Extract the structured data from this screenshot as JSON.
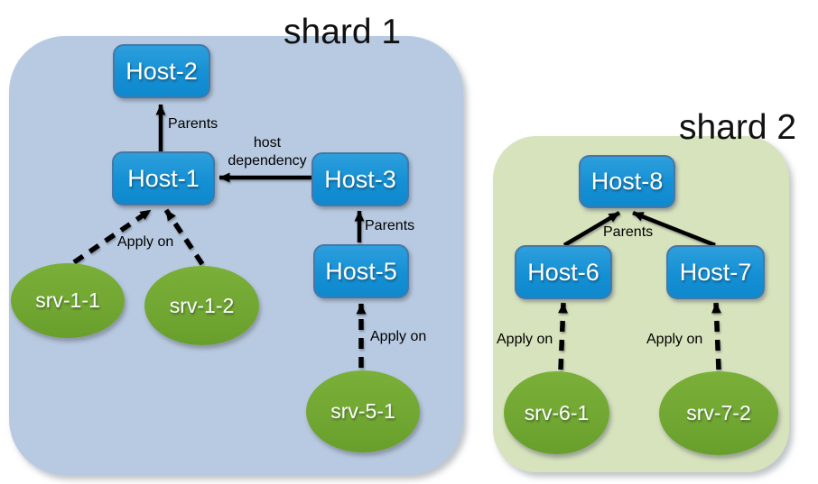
{
  "colors": {
    "shard1_bg": "#b8cae1",
    "shard2_bg": "#d7e3bd",
    "host_fill": "#1590d4",
    "host_border": "#4577a8",
    "service_fill": "#71a732",
    "arrow_color": "#000000",
    "node_text": "#ffffff",
    "label_text": "#000000"
  },
  "shard1": {
    "title": "shard 1",
    "hosts": {
      "host1": "Host-1",
      "host2": "Host-2",
      "host3": "Host-3",
      "host5": "Host-5"
    },
    "services": {
      "srv_1_1": "srv-1-1",
      "srv_1_2": "srv-1-2",
      "srv_5_1": "srv-5-1"
    },
    "labels": {
      "parents_host1_to_host2": "Parents",
      "host_dependency_line1": "host",
      "host_dependency_line2": "dependency",
      "parents_host5_to_host3": "Parents",
      "apply_on_services_1": "Apply on",
      "apply_on_srv_5_1": "Apply on"
    },
    "edges": [
      {
        "from": "Host-1",
        "to": "Host-2",
        "line": "solid",
        "label": "Parents"
      },
      {
        "from": "Host-3",
        "to": "Host-1",
        "line": "solid",
        "label": "host dependency"
      },
      {
        "from": "Host-5",
        "to": "Host-3",
        "line": "solid",
        "label": "Parents"
      },
      {
        "from": "srv-1-1",
        "to": "Host-1",
        "line": "dashed",
        "label": "Apply on"
      },
      {
        "from": "srv-1-2",
        "to": "Host-1",
        "line": "dashed",
        "label": "Apply on"
      },
      {
        "from": "srv-5-1",
        "to": "Host-5",
        "line": "dashed",
        "label": "Apply on"
      }
    ]
  },
  "shard2": {
    "title": "shard 2",
    "hosts": {
      "host6": "Host-6",
      "host7": "Host-7",
      "host8": "Host-8"
    },
    "services": {
      "srv_6_1": "srv-6-1",
      "srv_7_2": "srv-7-2"
    },
    "labels": {
      "parents_to_host8": "Parents",
      "apply_on_srv_6_1": "Apply on",
      "apply_on_srv_7_2": "Apply on"
    },
    "edges": [
      {
        "from": "Host-6",
        "to": "Host-8",
        "line": "solid",
        "label": "Parents"
      },
      {
        "from": "Host-7",
        "to": "Host-8",
        "line": "solid",
        "label": "Parents"
      },
      {
        "from": "srv-6-1",
        "to": "Host-6",
        "line": "dashed",
        "label": "Apply on"
      },
      {
        "from": "srv-7-2",
        "to": "Host-7",
        "line": "dashed",
        "label": "Apply on"
      }
    ]
  }
}
